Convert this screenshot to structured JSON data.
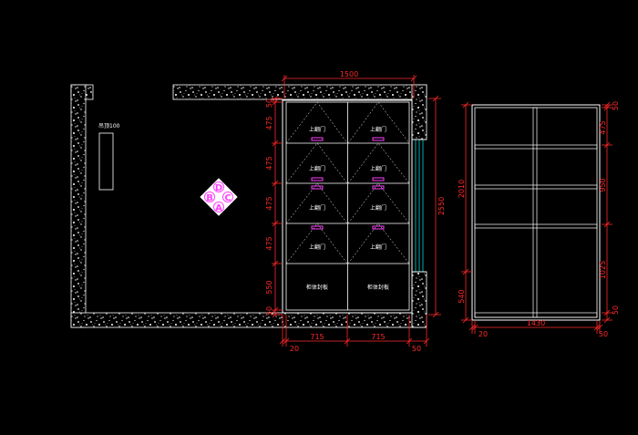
{
  "colors": {
    "background": "#000000",
    "lines": "#ffffff",
    "dimensions": "#ff2a2a",
    "markers": "#ff40ff",
    "glass": "#00d8d8"
  },
  "left_view": {
    "ceiling_note": "吊顶100",
    "top_width": "1500",
    "bottom_widths": [
      "20",
      "715",
      "715",
      "50"
    ],
    "right_heights": [
      "50",
      "475",
      "475",
      "475",
      "475",
      "550",
      "50"
    ],
    "overall_height": "2550",
    "compass": {
      "top": "D",
      "left": "B",
      "right": "C",
      "bottom": "A"
    },
    "door_labels": [
      "上翻门",
      "上翻门",
      "上翻门",
      "上翻门",
      "上翻门",
      "上翻门",
      "上翻门",
      "上翻门"
    ],
    "drawer_labels": [
      "柜体封板",
      "柜体封板"
    ]
  },
  "right_view": {
    "bottom_widths": [
      "20",
      "1430",
      "50"
    ],
    "right_heights": [
      "50",
      "475",
      "950",
      "1025",
      "50"
    ],
    "left_heights": [
      "2010",
      "540"
    ]
  }
}
